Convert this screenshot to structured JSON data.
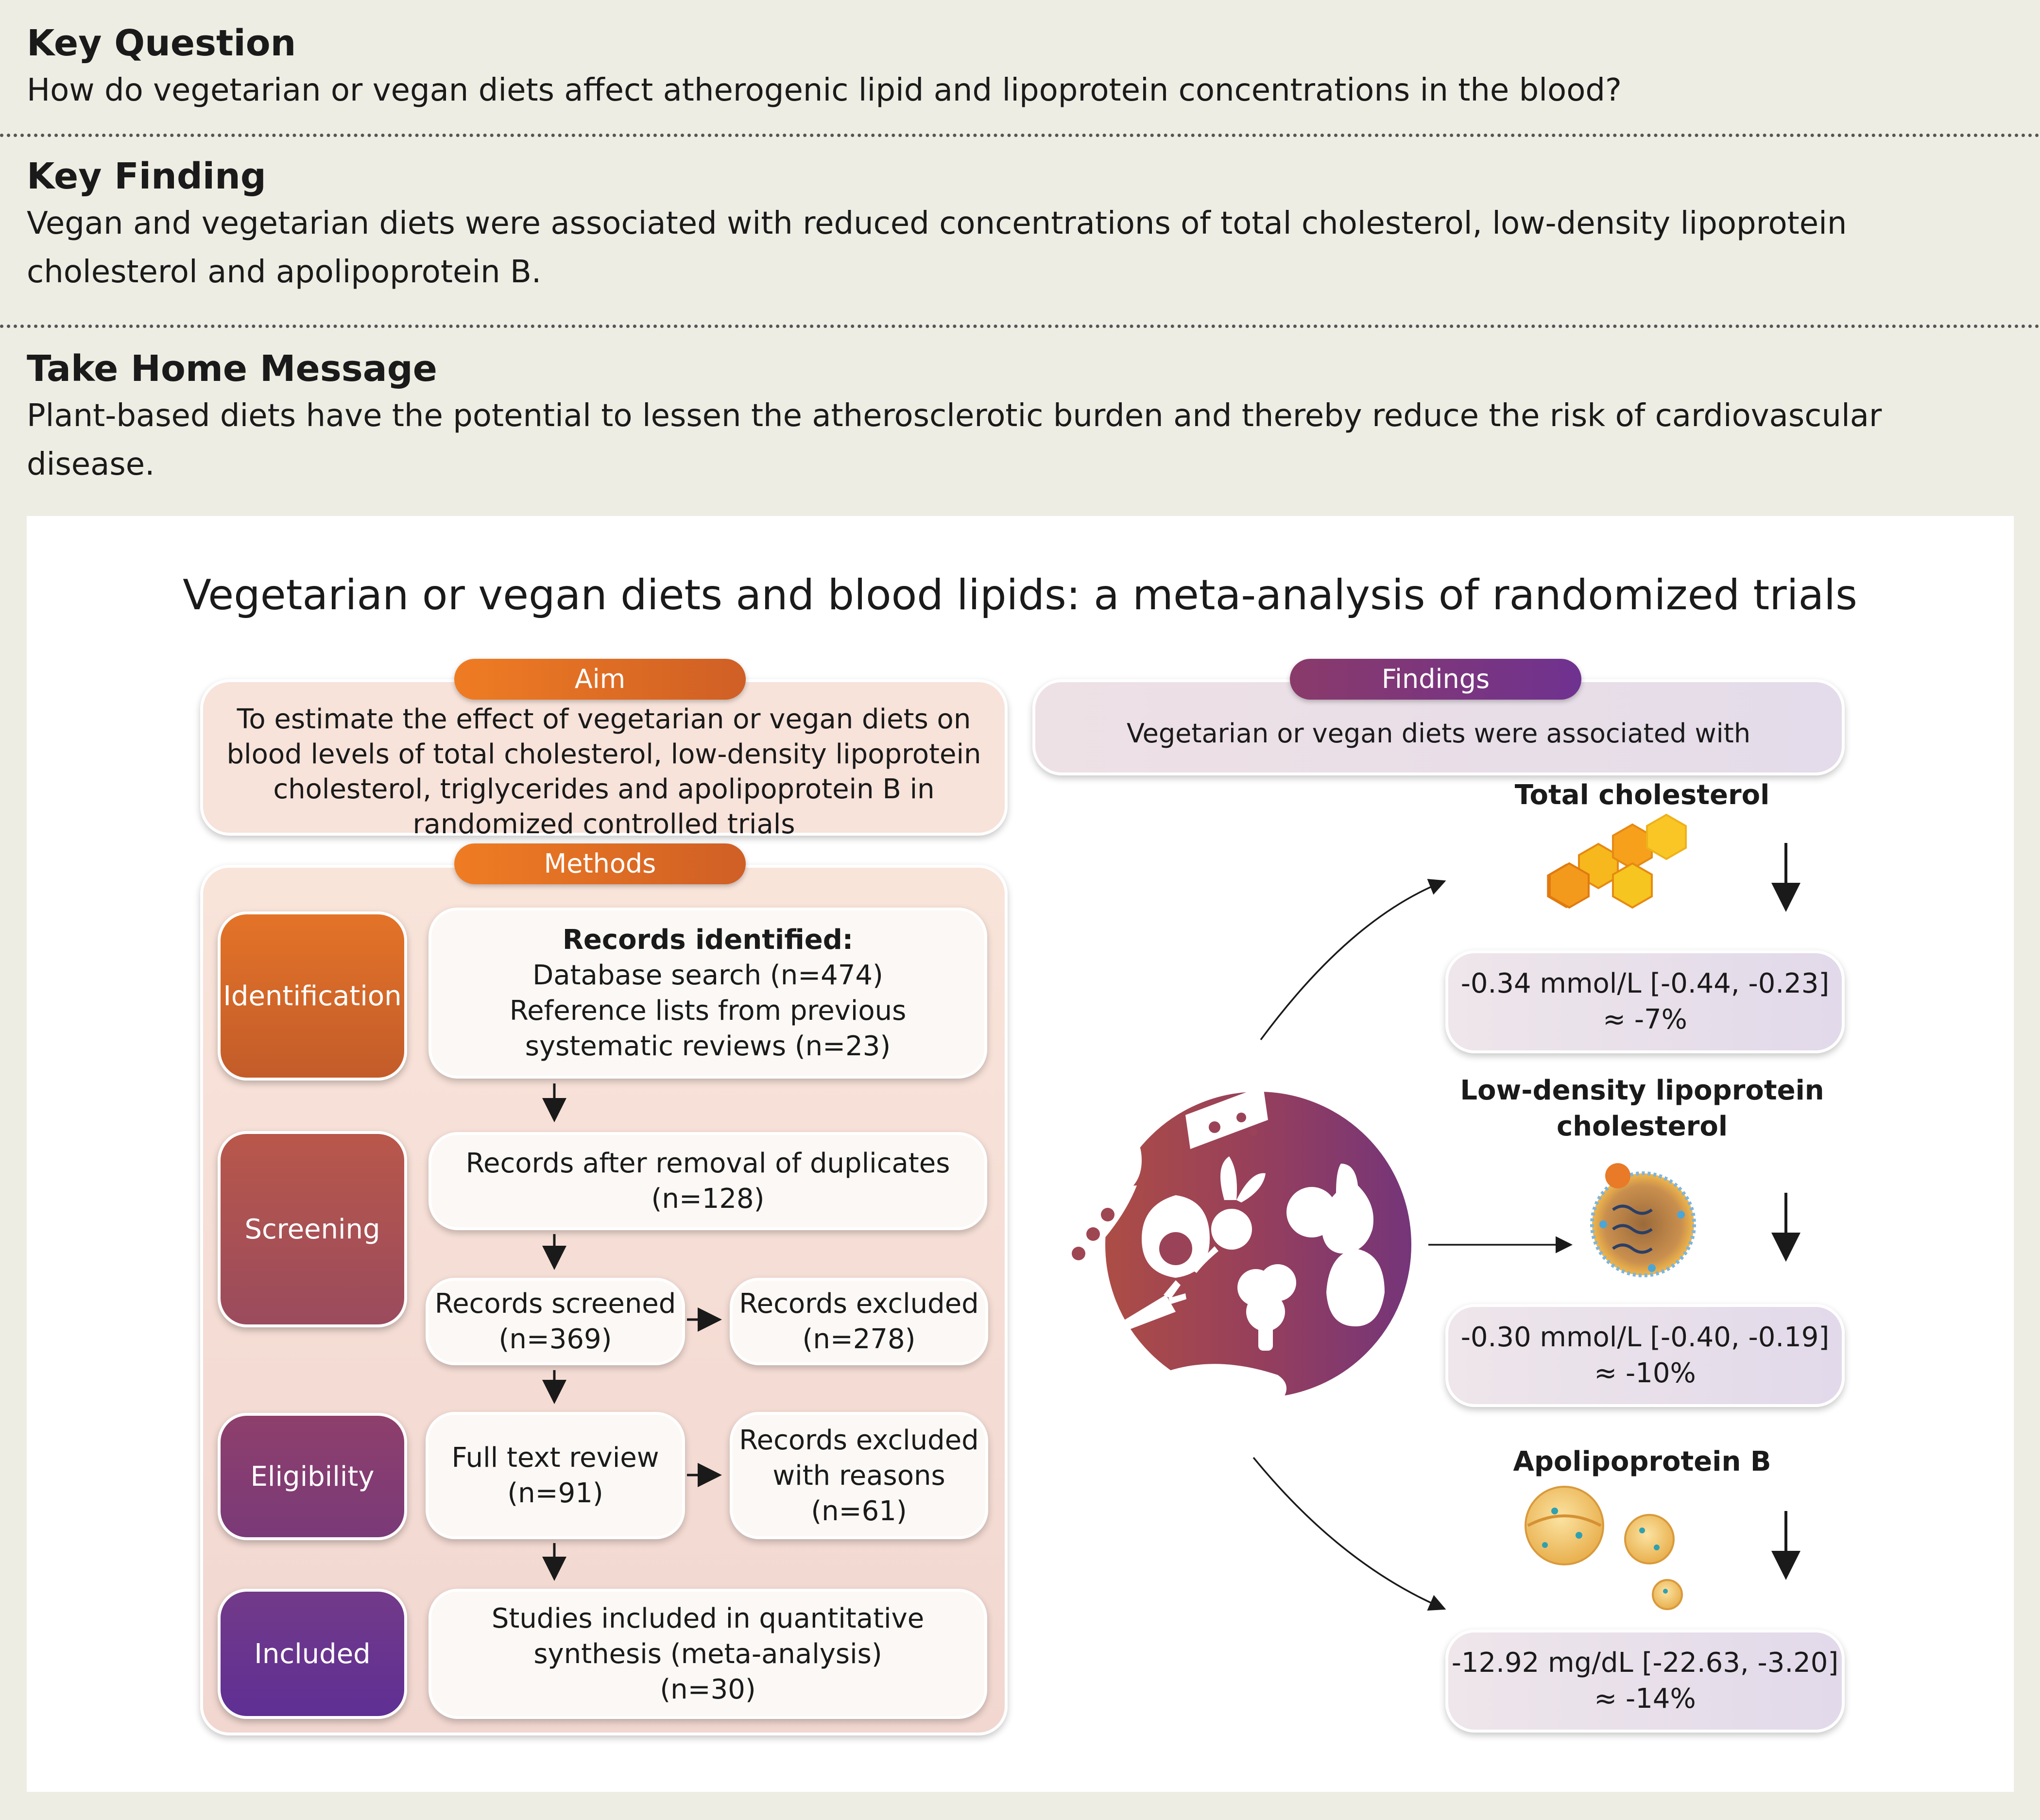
{
  "key_question": {
    "heading": "Key Question",
    "text": "How do vegetarian or vegan diets affect atherogenic lipid and lipoprotein concentrations in the blood?"
  },
  "key_finding": {
    "heading": "Key Finding",
    "text": "Vegan and vegetarian diets were associated with reduced concentrations of total cholesterol, low-density lipoprotein cholesterol and apolipoprotein B."
  },
  "take_home": {
    "heading": "Take Home Message",
    "text": "Plant-based diets have the potential to lessen the atherosclerotic burden and thereby reduce the risk of cardiovascular disease."
  },
  "title": "Vegetarian or vegan diets and blood lipids: a meta-analysis of randomized trials",
  "aim": {
    "label": "Aim",
    "text": "To estimate the effect of vegetarian or vegan diets on blood levels of total cholesterol, low-density lipoprotein cholesterol, triglycerides and apolipoprotein B in randomized controlled trials"
  },
  "methods": {
    "label": "Methods",
    "stages": {
      "identification": "Identification",
      "screening": "Screening",
      "eligibility": "Eligibility",
      "included": "Included"
    },
    "identified": {
      "title": "Records identified:",
      "line1": "Database search (n=474)",
      "line2": "Reference lists from previous",
      "line3": "systematic reviews (n=23)"
    },
    "after_duplicates": {
      "line1": "Records after removal of duplicates",
      "line2": "(n=128)"
    },
    "screened": {
      "line1": "Records screened",
      "line2": "(n=369)"
    },
    "excluded": {
      "line1": "Records excluded",
      "line2": "(n=278)"
    },
    "full_text": {
      "line1": "Full text review",
      "line2": "(n=91)"
    },
    "excluded_reasons": {
      "line1": "Records excluded",
      "line2": "with reasons",
      "line3": "(n=61)"
    },
    "included_studies": {
      "line1": "Studies included in quantitative",
      "line2": "synthesis (meta-analysis)",
      "line3": "(n=30)"
    }
  },
  "findings": {
    "label": "Findings",
    "intro": "Vegetarian or vegan diets were associated with",
    "results": [
      {
        "measure": "Total cholesterol",
        "value": "-0.34 mmol/L [-0.44, -0.23]",
        "percent": "≈ -7%"
      },
      {
        "measure_line1": "Low-density lipoprotein",
        "measure_line2": "cholesterol",
        "value": "-0.30 mmol/L [-0.40, -0.19]",
        "percent": "≈ -10%"
      },
      {
        "measure": "Apolipoprotein B",
        "value": "-12.92 mg/dL [-22.63, -3.20]",
        "percent": "≈ -14%"
      }
    ]
  },
  "colors": {
    "orange": "#ef7c23",
    "purple": "#6f3290",
    "background": "#eeede3",
    "honey": "#f6a01c"
  },
  "icons": [
    "onion-icon",
    "cheese-icon",
    "pea-pod-icon",
    "avocado-icon",
    "radish-icon",
    "apple-pear-icon",
    "carrot-icon",
    "broccoli-icon",
    "pepper-icon",
    "bread-icon",
    "cholesterol-molecule-icon",
    "ldl-particle-icon",
    "apob-particles-icon",
    "down-arrow-icon"
  ]
}
